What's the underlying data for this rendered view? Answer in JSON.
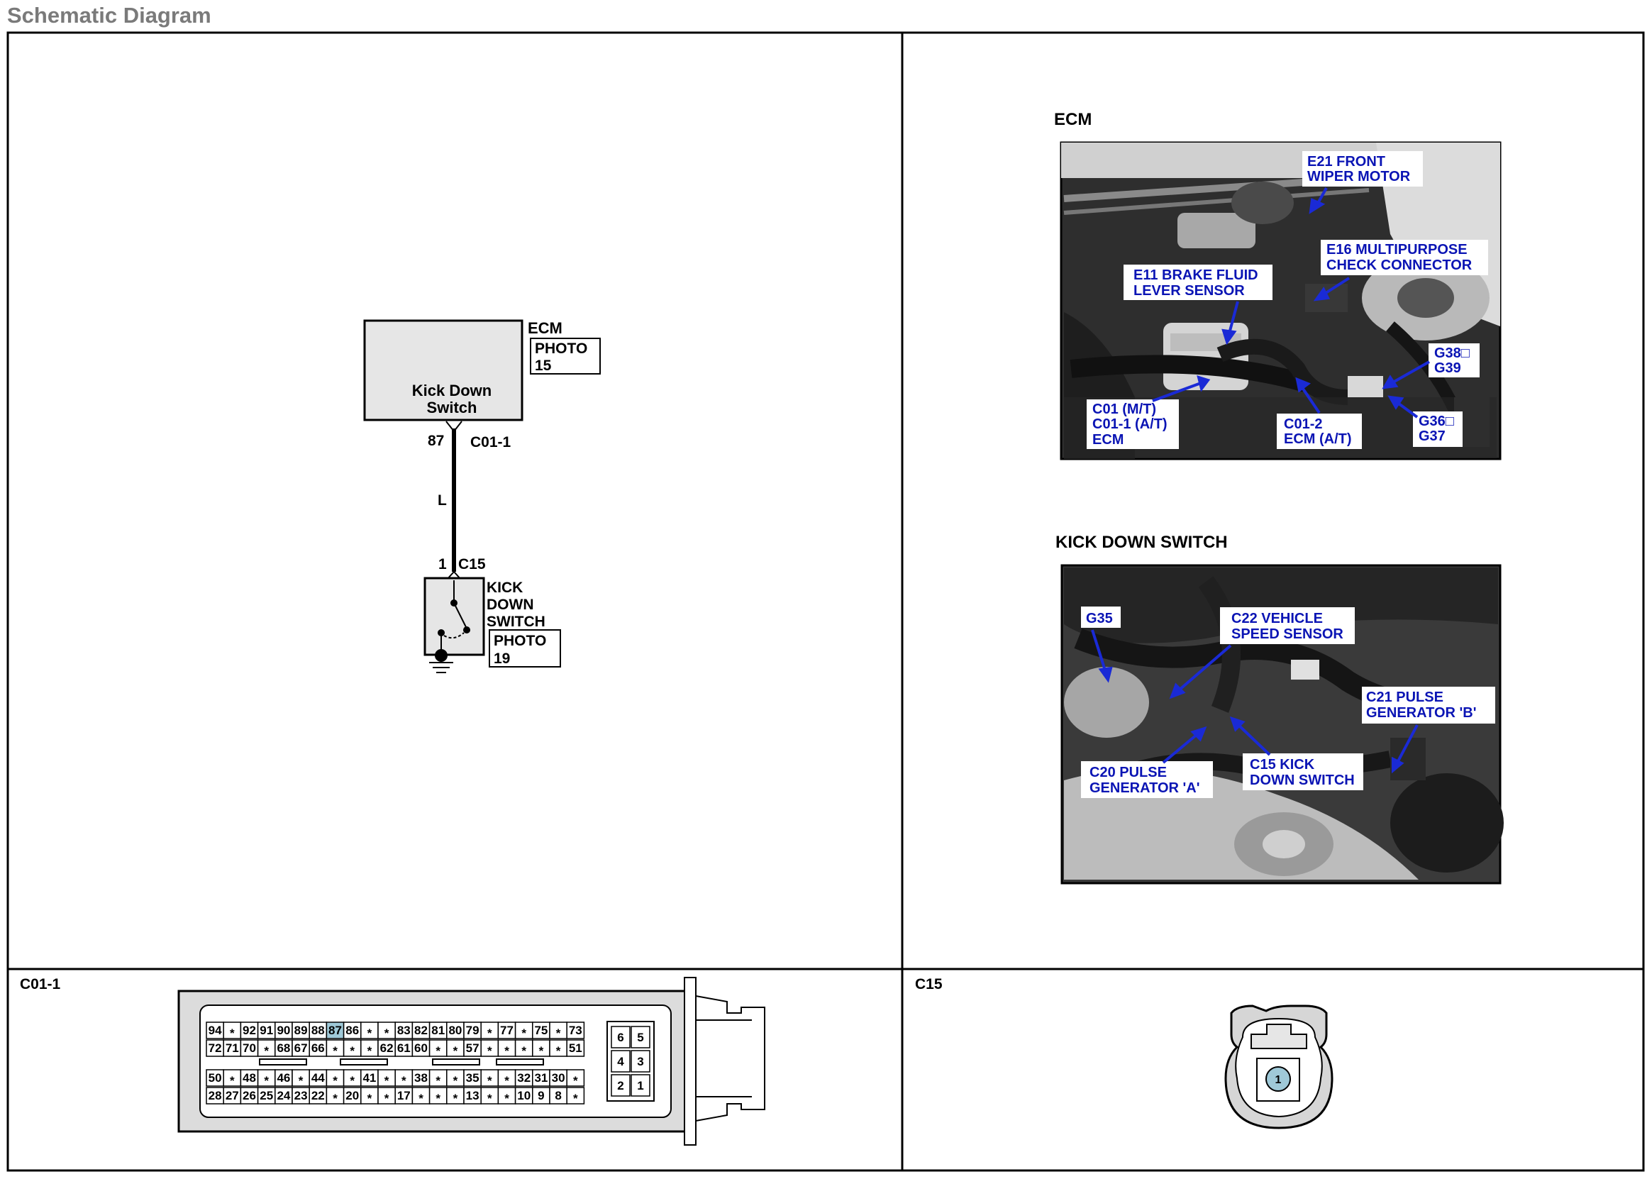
{
  "page": {
    "title": "Schematic Diagram"
  },
  "schematic": {
    "ecm_label": "ECM",
    "ecm_box_text": [
      "Kick Down",
      "Switch"
    ],
    "ecm_photo": [
      "PHOTO",
      "15"
    ],
    "pin_ecm": "87",
    "connector_ecm": "C01-1",
    "wire_color": "L",
    "pin_switch": "1",
    "connector_switch": "C15",
    "switch_label": [
      "KICK",
      "DOWN",
      "SWITCH"
    ],
    "switch_photo": [
      "PHOTO",
      "19"
    ]
  },
  "photos": {
    "ecm": {
      "title": "ECM",
      "callouts": {
        "e21": [
          "E21 FRONT",
          "WIPER MOTOR"
        ],
        "e16": [
          "E16 MULTIPURPOSE",
          "CHECK CONNECTOR"
        ],
        "e11": [
          "E11 BRAKE FLUID",
          "LEVER SENSOR"
        ],
        "g38": [
          "G38□",
          "G39"
        ],
        "c01": [
          "C01 (M/T)",
          "C01-1 (A/T)",
          "ECM"
        ],
        "c012": [
          "C01-2",
          "ECM (A/T)"
        ],
        "g36": [
          "G36□",
          "G37"
        ]
      }
    },
    "kick": {
      "title": "KICK DOWN SWITCH",
      "callouts": {
        "g35": [
          "G35"
        ],
        "c22": [
          "C22 VEHICLE",
          "SPEED SENSOR"
        ],
        "c21": [
          "C21 PULSE",
          "GENERATOR 'B'"
        ],
        "c20": [
          "C20 PULSE",
          "GENERATOR 'A'"
        ],
        "c15": [
          "C15 KICK",
          "DOWN SWITCH"
        ]
      }
    }
  },
  "connectors": {
    "c011": {
      "label": "C01-1",
      "row1": [
        "94",
        "*",
        "92",
        "91",
        "90",
        "89",
        "88",
        "87",
        "86",
        "*",
        "*",
        "83",
        "82",
        "81",
        "80",
        "79",
        "*",
        "77",
        "*",
        "75",
        "*",
        "73"
      ],
      "row2": [
        "72",
        "71",
        "70",
        "*",
        "68",
        "67",
        "66",
        "*",
        "*",
        "*",
        "62",
        "61",
        "60",
        "*",
        "*",
        "57",
        "*",
        "*",
        "*",
        "*",
        "*",
        "51"
      ],
      "row3": [
        "50",
        "*",
        "48",
        "*",
        "46",
        "*",
        "44",
        "*",
        "*",
        "41",
        "*",
        "*",
        "38",
        "*",
        "*",
        "35",
        "*",
        "*",
        "32",
        "31",
        "30",
        "*"
      ],
      "row4": [
        "28",
        "27",
        "26",
        "25",
        "24",
        "23",
        "22",
        "*",
        "20",
        "*",
        "*",
        "17",
        "*",
        "*",
        "*",
        "13",
        "*",
        "*",
        "10",
        "9",
        "8",
        "*"
      ],
      "side_pins": [
        [
          "6",
          "5"
        ],
        [
          "4",
          "3"
        ],
        [
          "2",
          "1"
        ]
      ],
      "highlight_pin": "87",
      "highlight_color": "#9fc9d8"
    },
    "c15": {
      "label": "C15",
      "pin": "1",
      "pin_color": "#9fc9d8"
    }
  }
}
